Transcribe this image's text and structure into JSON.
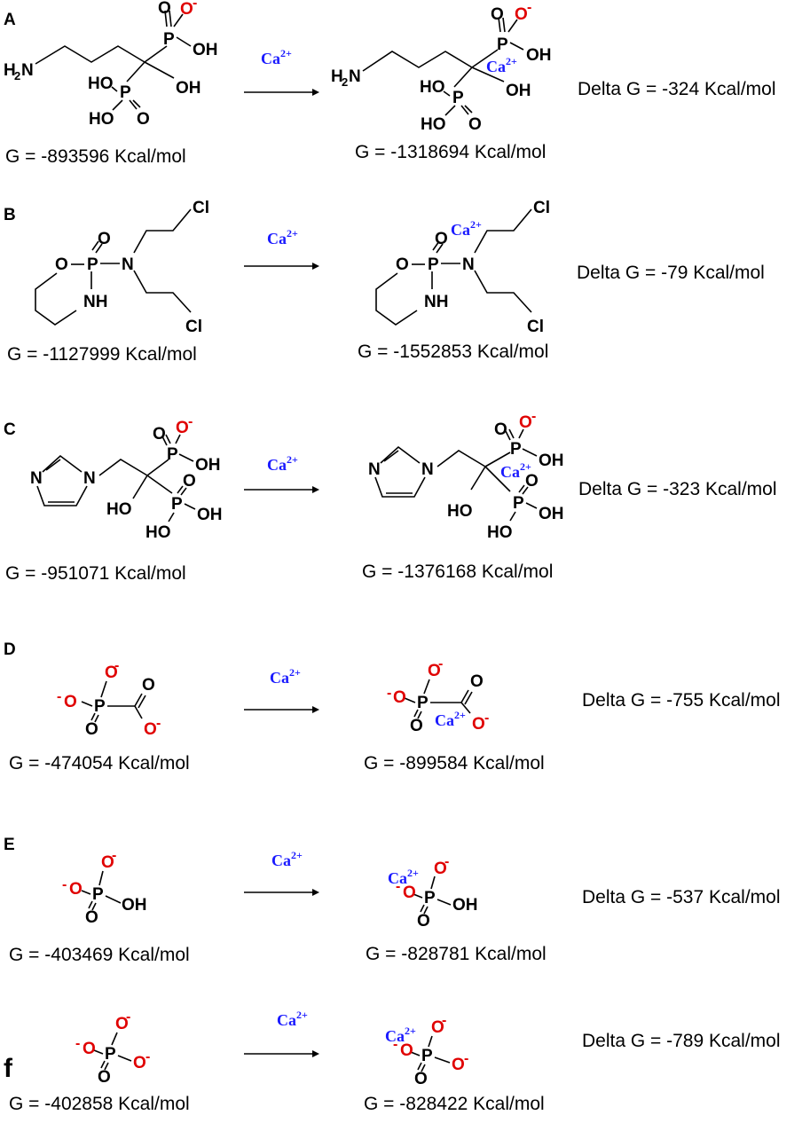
{
  "panels": [
    {
      "label": "A",
      "g_reactant": "G =  -893596 Kcal/mol",
      "g_product": "G =  -1318694 Kcal/mol",
      "delta_g": "Delta G =  -324 Kcal/mol",
      "ion": "Ca",
      "charge": "2+"
    },
    {
      "label": "B",
      "g_reactant": "G =  -1127999 Kcal/mol",
      "g_product": "G =  -1552853 Kcal/mol",
      "delta_g": "Delta G =  -79 Kcal/mol",
      "ion": "Ca",
      "charge": "2+"
    },
    {
      "label": "C",
      "g_reactant": "G =  -951071 Kcal/mol",
      "g_product": "G =  -1376168 Kcal/mol",
      "delta_g": "Delta G =  -323 Kcal/mol",
      "ion": "Ca",
      "charge": "2+"
    },
    {
      "label": "D",
      "g_reactant": "G = -474054  Kcal/mol",
      "g_product": "G =  -899584 Kcal/mol",
      "delta_g": "Delta G =  -755 Kcal/mol",
      "ion": "Ca",
      "charge": "2+"
    },
    {
      "label": "E",
      "g_reactant": "G = -403469  Kcal/mol",
      "g_product": "G = -828781  Kcal/mol",
      "delta_g": "Delta G =  -537 Kcal/mol",
      "ion": "Ca",
      "charge": "2+"
    },
    {
      "label": "f",
      "g_reactant": "G = -402858  Kcal/mol",
      "g_product": "G =  -828422 Kcal/mol",
      "delta_g": "Delta G =  -789 Kcal/mol",
      "ion": "Ca",
      "charge": "2+"
    }
  ],
  "atoms": {
    "P": "P",
    "O": "O",
    "OH": "OH",
    "HO": "HO",
    "H2N_H": "H",
    "H2N_2": "2",
    "H2N_N": "N",
    "N": "N",
    "NH": "NH",
    "Cl": "Cl",
    "O_neg": "O",
    "minus": "-"
  },
  "colors": {
    "ion": "#1a1aff",
    "anion_oxygen": "#e00000",
    "text": "#000000"
  }
}
